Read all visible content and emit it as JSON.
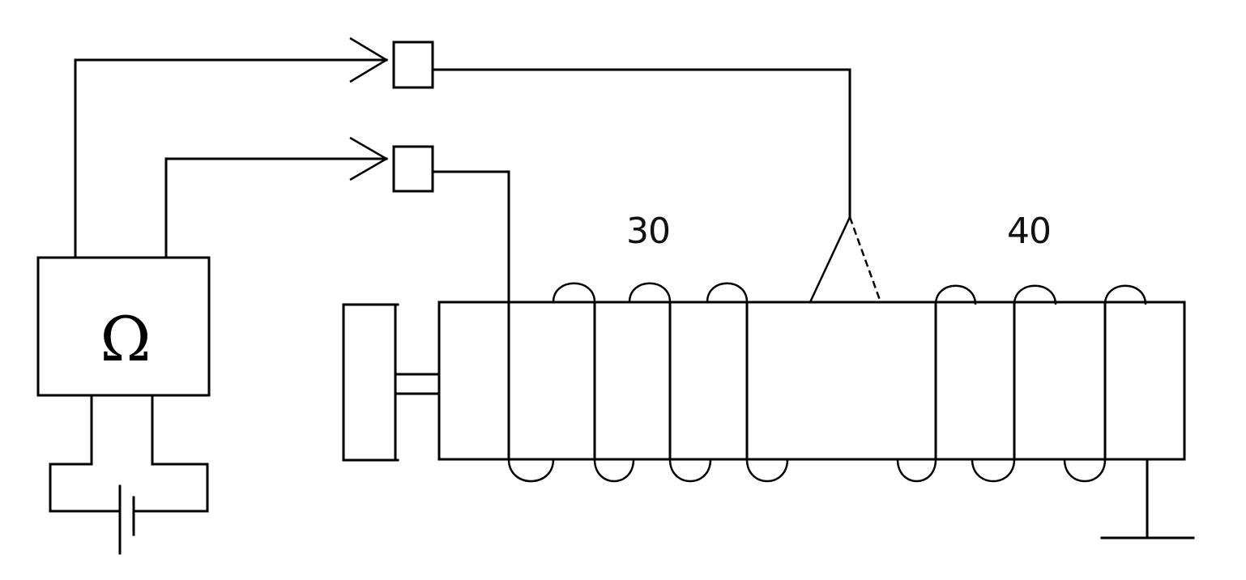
{
  "meter": {
    "symbol": "Ω",
    "icon": "ohmmeter-icon"
  },
  "labels": {
    "zone_a": "30",
    "zone_b": "40"
  }
}
